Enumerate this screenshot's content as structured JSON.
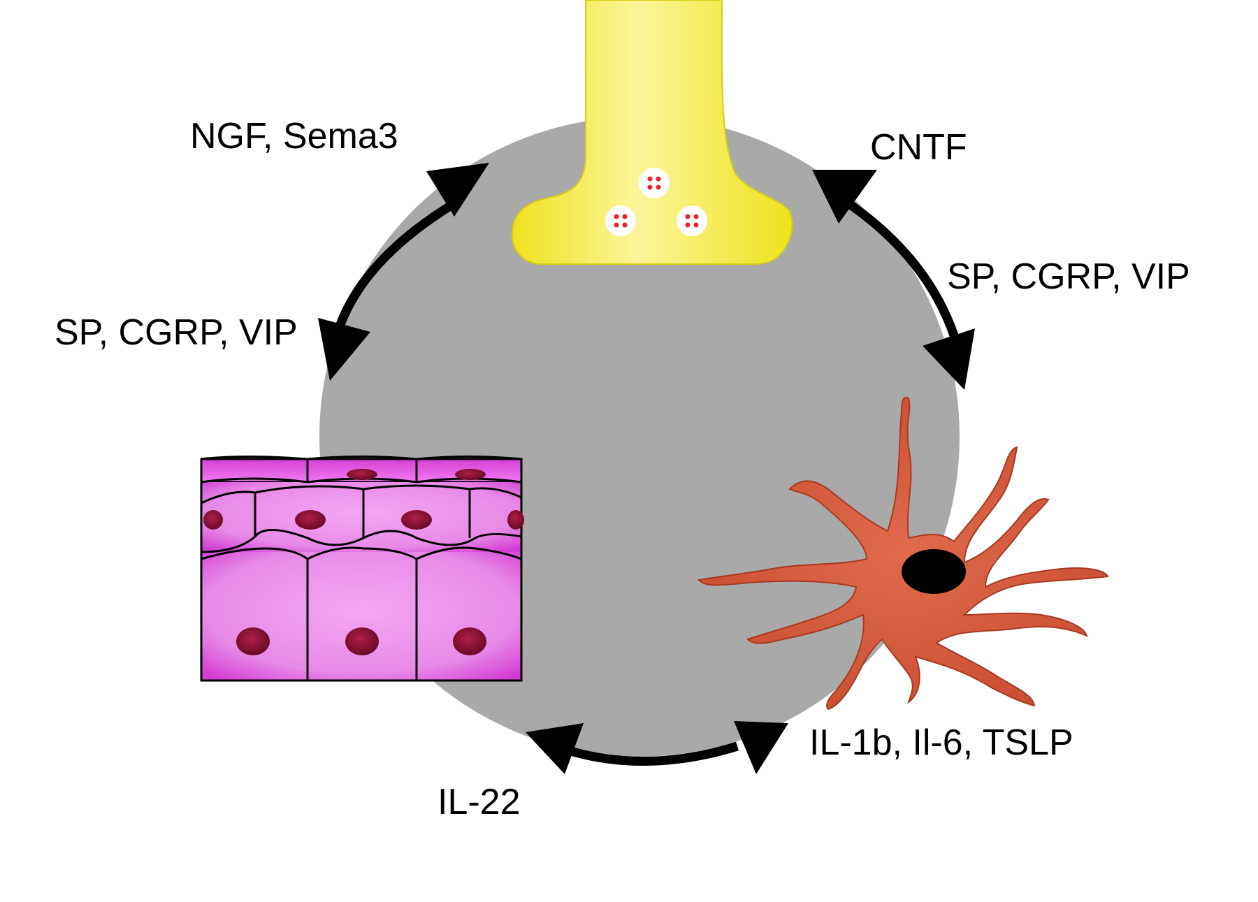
{
  "labels": {
    "top_left": "NGF, Sema3",
    "top_right": "CNTF",
    "right": "SP, CGRP, VIP",
    "left": "SP, CGRP, VIP",
    "bottom_left": "IL-22",
    "bottom_right": "IL-1b, Il-6, TSLP"
  },
  "colors": {
    "background": "#ffffff",
    "circle": "#a9a9a9",
    "neuron": "#f3ea3a",
    "epithelium": "#e04ee0",
    "nucleus": "#8e1033",
    "dendritic_cell": "#d2573a",
    "arrow": "#000000"
  },
  "icons": [
    "nerve-terminal-icon",
    "epithelium-icon",
    "dendritic-cell-icon"
  ]
}
